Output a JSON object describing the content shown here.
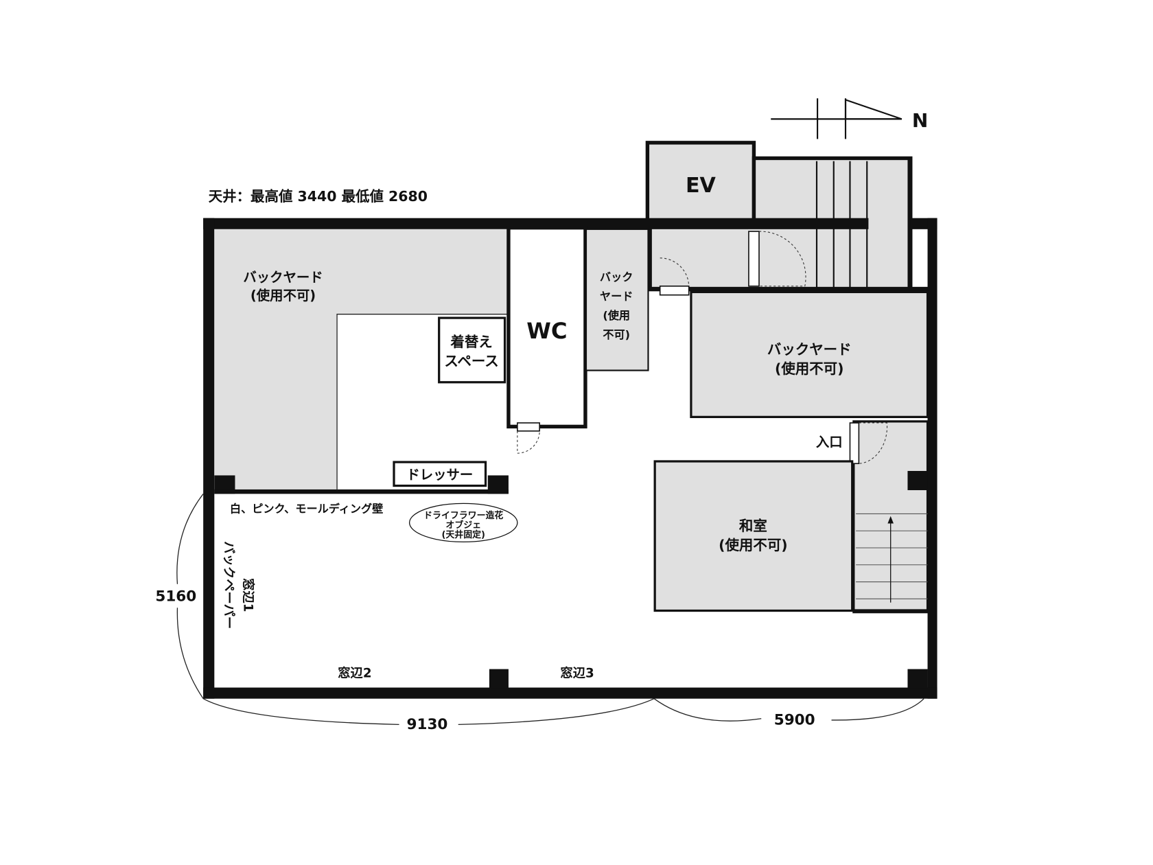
{
  "ceiling_note": "天井：最高値 3440 最低値 2680",
  "compass": {
    "label": "N",
    "icon": "north-arrow-icon"
  },
  "rooms": {
    "ev": "EV",
    "backyard_left": [
      "バックヤード",
      "(使用不可)"
    ],
    "wc": "WC",
    "changing": [
      "着替え",
      "スペース"
    ],
    "backyard_mid": [
      "バック",
      "ヤード",
      "(使用",
      "不可)"
    ],
    "backyard_right": [
      "バックヤード",
      "(使用不可)"
    ],
    "entrance": "入口",
    "washitsu": [
      "和室",
      "(使用不可)"
    ],
    "dresser": "ドレッサー"
  },
  "labels": {
    "wall_note": "白、ピンク、モールディング壁",
    "objet": [
      "ドライフラワー造花",
      "オブジェ",
      "(天井固定)"
    ],
    "window1": "窓辺1",
    "backpaper": "バックペーパー",
    "window2": "窓辺2",
    "window3": "窓辺3"
  },
  "dimensions": {
    "left": "5160",
    "bottom_left": "9130",
    "bottom_right": "5900"
  },
  "colors": {
    "wall": "#111111",
    "unusable_area": "#e0e0e0"
  }
}
